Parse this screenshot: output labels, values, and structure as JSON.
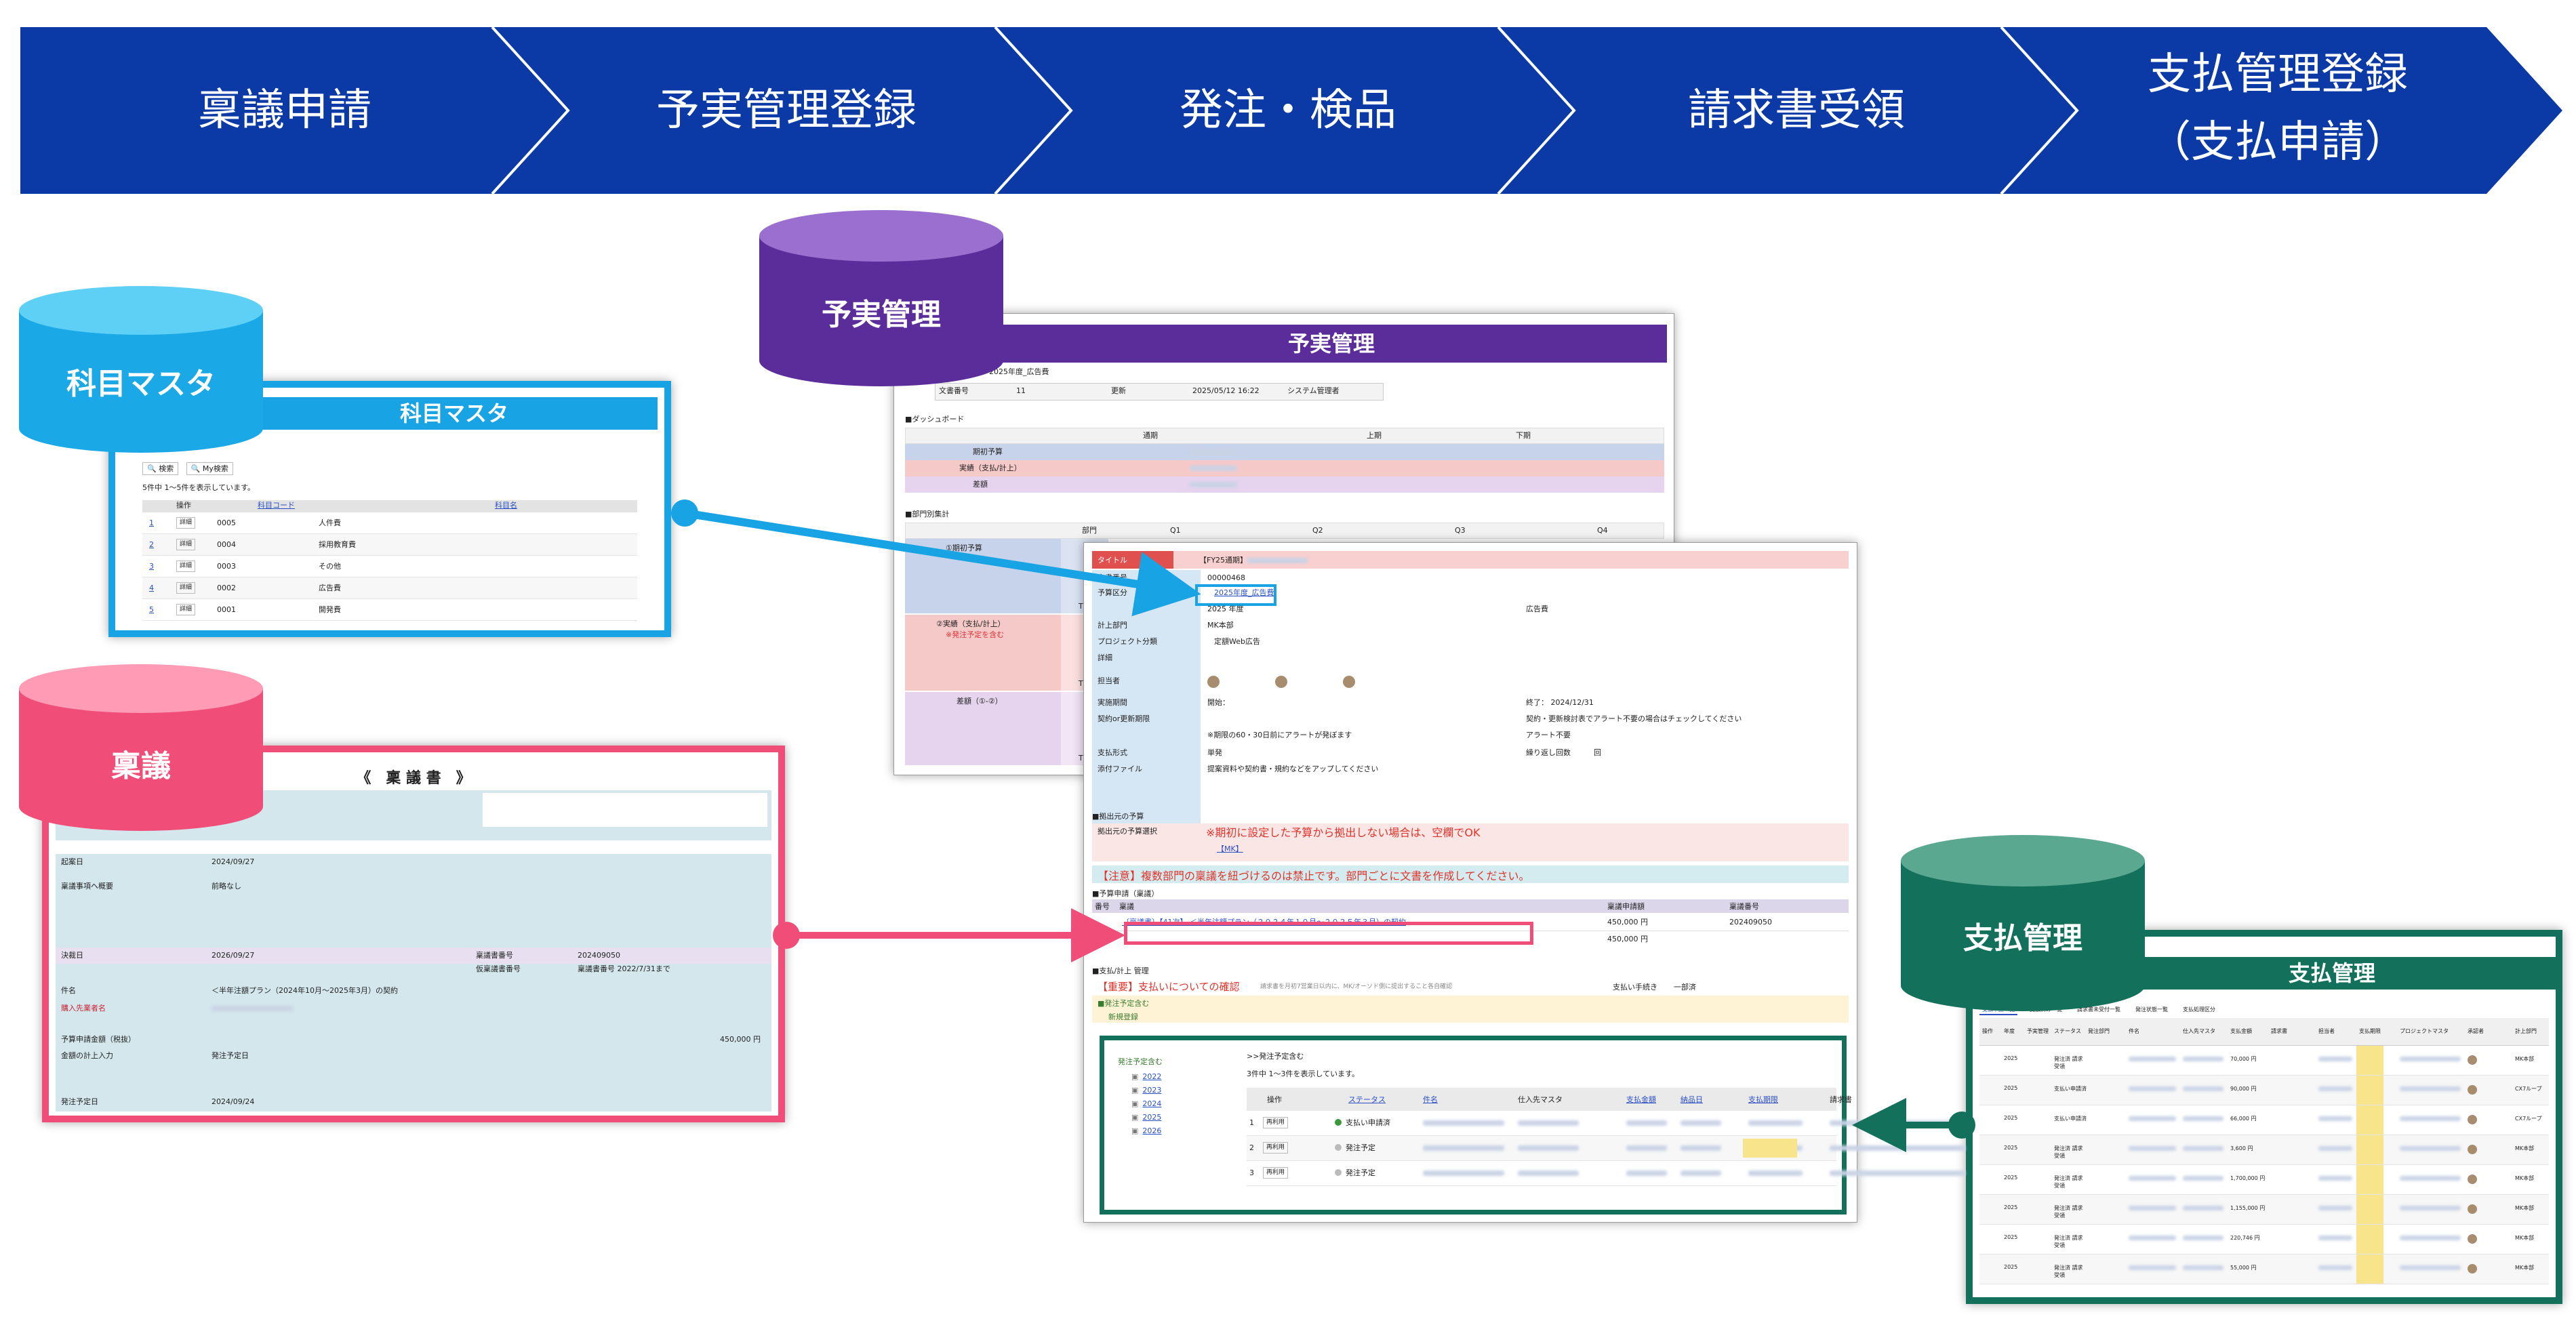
{
  "flow": {
    "steps": [
      {
        "label": "稟議申請"
      },
      {
        "label": "予実管理登録"
      },
      {
        "label": "発注・検品"
      },
      {
        "label": "請求書受領"
      },
      {
        "label": "支払管理登録",
        "label2": "（支払申請）"
      }
    ],
    "color": "#0b39a6"
  },
  "databases": {
    "kamoku": {
      "label": "科目マスタ",
      "color": "#1aa8e6"
    },
    "yojitsu": {
      "label": "予実管理",
      "color": "#5a2d9b"
    },
    "ringi": {
      "label": "稟議",
      "color": "#f04e78"
    },
    "shiharai": {
      "label": "支払管理",
      "color": "#13705a"
    }
  },
  "kamoku_panel": {
    "title": "科目マスタ",
    "search_label": "検索",
    "my_search_label": "My検索",
    "count_text": "5件中 1～5件を表示しています。",
    "col_op": "操作",
    "col_code": "科目コード",
    "col_name": "科目名",
    "detail_label": "詳細",
    "rows": [
      {
        "no": "1",
        "code": "0005",
        "name": "人件費"
      },
      {
        "no": "2",
        "code": "0004",
        "name": "採用教育費"
      },
      {
        "no": "3",
        "code": "0003",
        "name": "その他"
      },
      {
        "no": "4",
        "code": "0002",
        "name": "広告費"
      },
      {
        "no": "5",
        "code": "0001",
        "name": "開発費"
      }
    ]
  },
  "yojitsu_panel": {
    "title": "予実管理",
    "doc_title": "2025年度_広告費",
    "doc_no_label": "文書番号",
    "doc_no": "11",
    "updated_label": "更新",
    "updated": "2025/05/12 16:22",
    "updated_by": "システム管理者",
    "dashboard_label": "■ダッシュボード",
    "period_cols": [
      "通期",
      "上期",
      "下期"
    ],
    "dash_rows": [
      "期初予算",
      "実績（支払/計上）",
      "差額"
    ],
    "dept_label": "■部門別集計",
    "dept_col": "部門",
    "quarters": [
      "Q1",
      "Q2",
      "Q3",
      "Q4"
    ],
    "section_a": "①期初予算",
    "section_b": "②実績（支払/計上）",
    "section_b_note": "※発注予定を含む",
    "section_c": "差額（①-②）",
    "tot": "TOT"
  },
  "detail_panel": {
    "title_label": "タイトル",
    "title_value": "【FY25通期】",
    "doc_no_label": "文書番号",
    "doc_no": "00000468",
    "budget_label": "予算区分",
    "budget_link": "2025年度_広告費",
    "year_value": "2025 年度",
    "category_value": "広告費",
    "dept_label": "計上部門",
    "dept_value": "MK本部",
    "project_label": "プロジェクト分類",
    "project_value": "定額Web広告",
    "detail_label": "詳細",
    "owner_label": "担当者",
    "period_label": "実施期間",
    "period_start": "開始：",
    "period_end": "終了： 2024/12/31",
    "contract_label": "契約or更新期限",
    "contract_note": "契約・更新検討表でアラート不要の場合はチェックしてください",
    "alert_note": "※期限の60・30日前にアラートが発ぼます",
    "alert_none": "アラート不要",
    "pay_label": "支払形式",
    "pay_value": "単発",
    "repeat_label": "繰り返し回数",
    "repeat_value": "回",
    "attach_label": "添付ファイル",
    "attach_value": "提案資料や契約書・規約などをアップしてください",
    "source_section": "■拠出元の予算",
    "source_label": "拠出元の予算選択",
    "source_warning": "※期初に設定した予算から拠出しない場合は、空欄でOK",
    "source_link": "【MK】",
    "notice": "【注意】複数部門の稟議を紐づけるのは禁止です。部門ごとに文書を作成してください。",
    "ringi_section": "■予算申請（稟議）",
    "ringi_col_no": "番号",
    "ringi_col_title": "稟議",
    "ringi_col_amount": "稟議申請額",
    "ringi_col_docno": "稟議番号",
    "ringi_link": "〔稟議書〕【41次】 ＜半年注額プラン（２０２４年１０月～２０２５年３月）の契約",
    "ringi_amount": "450,000 円",
    "ringi_docno": "202409050",
    "ringi_total": "450,000 円",
    "pay_section": "■支払/計上 管理",
    "pay_confirm": "【重要】支払いについての確認",
    "pay_confirm_note": "請求書を月初7営業日以内に、MK/オーソド側に提出すること各自確認",
    "pay_flow_label": "支払い手続き",
    "pay_flow_value": "一部済",
    "order_section": "■発注予定含む",
    "new_register": "新規登録",
    "tree_root": "発注予定含む",
    "tree_years": [
      "2022",
      "2023",
      "2024",
      "2025",
      "2026"
    ],
    "list_title": ">>発注予定含む",
    "list_count": "3件中 1～3件を表示しています。",
    "list_cols": [
      "操作",
      "ステータス",
      "件名",
      "仕入先マスタ",
      "支払金額",
      "納品日",
      "支払期限",
      "請求書"
    ],
    "list_rows": [
      {
        "no": "1",
        "status": "支払い申請済"
      },
      {
        "no": "2",
        "status": "発注予定"
      },
      {
        "no": "3",
        "status": "発注予定"
      }
    ],
    "ref_label": "再利用"
  },
  "ringi_panel": {
    "title": "《　稟 議 書　》",
    "date_label": "起案日",
    "date_value": "2024/09/27",
    "reason_label": "稟議事項へ概要",
    "reason_value": "前略なし",
    "approve_label": "決裁日",
    "approve_value": "2026/09/27",
    "docno_label": "稟議書番号",
    "docno_value": "202409050",
    "period_label": "仮稟議書番号",
    "period_value": "稟議書番号 2022/7/31まで",
    "name_label": "件名",
    "name_value": "＜半年注額プラン（2024年10月～2025年3月）の契約",
    "vendor_label": "購入先業者名",
    "amount_label": "予算申請金額（税抜）",
    "amount_value": "450,000 円",
    "cost_label": "金額の計上入力",
    "cost_value": "発注予定日",
    "order_label": "発注予定日",
    "order_value": "2024/09/24"
  },
  "shiharai_panel": {
    "title": "支払管理",
    "tabs": [
      "支払申請一覧",
      "支払済み一覧",
      "請求書未受付一覧",
      "発注状態一覧",
      "支払処理区分"
    ],
    "cols": [
      "操作",
      "年度",
      "予実管理",
      "ステータス",
      "発注部門",
      "件名",
      "仕入先マスタ",
      "支払金額",
      "請求書",
      "担当者",
      "支払期限",
      "プロジェクトマスタ",
      "承認者",
      "計上部門"
    ],
    "rows": [
      {
        "year": "2025",
        "status": "発注済 請求受領",
        "amount": "70,000 円",
        "dept": "MK本部"
      },
      {
        "year": "2025",
        "status": "支払い申請済",
        "amount": "90,000 円",
        "dept": "CX7ループ"
      },
      {
        "year": "2025",
        "status": "支払い申請済",
        "amount": "66,000 円",
        "dept": "CX7ループ"
      },
      {
        "year": "2025",
        "status": "発注済 請求受領",
        "amount": "3,600 円",
        "dept": "MK本部"
      },
      {
        "year": "2025",
        "status": "発注済 請求受領",
        "amount": "1,700,000 円",
        "dept": "MK本部"
      },
      {
        "year": "2025",
        "status": "発注済 請求受領",
        "amount": "1,155,000 円",
        "dept": "MK本部"
      },
      {
        "year": "2025",
        "status": "発注済 請求受領",
        "amount": "220,746 円",
        "dept": "MK本部"
      },
      {
        "year": "2025",
        "status": "発注済 請求受領",
        "amount": "55,000 円",
        "dept": "MK本部"
      }
    ]
  },
  "colors": {
    "kamoku_frame": "#18a3e4",
    "ringi_frame": "#f04e78",
    "shiharai_frame": "#13705a",
    "purple": "#5a2d9b"
  }
}
